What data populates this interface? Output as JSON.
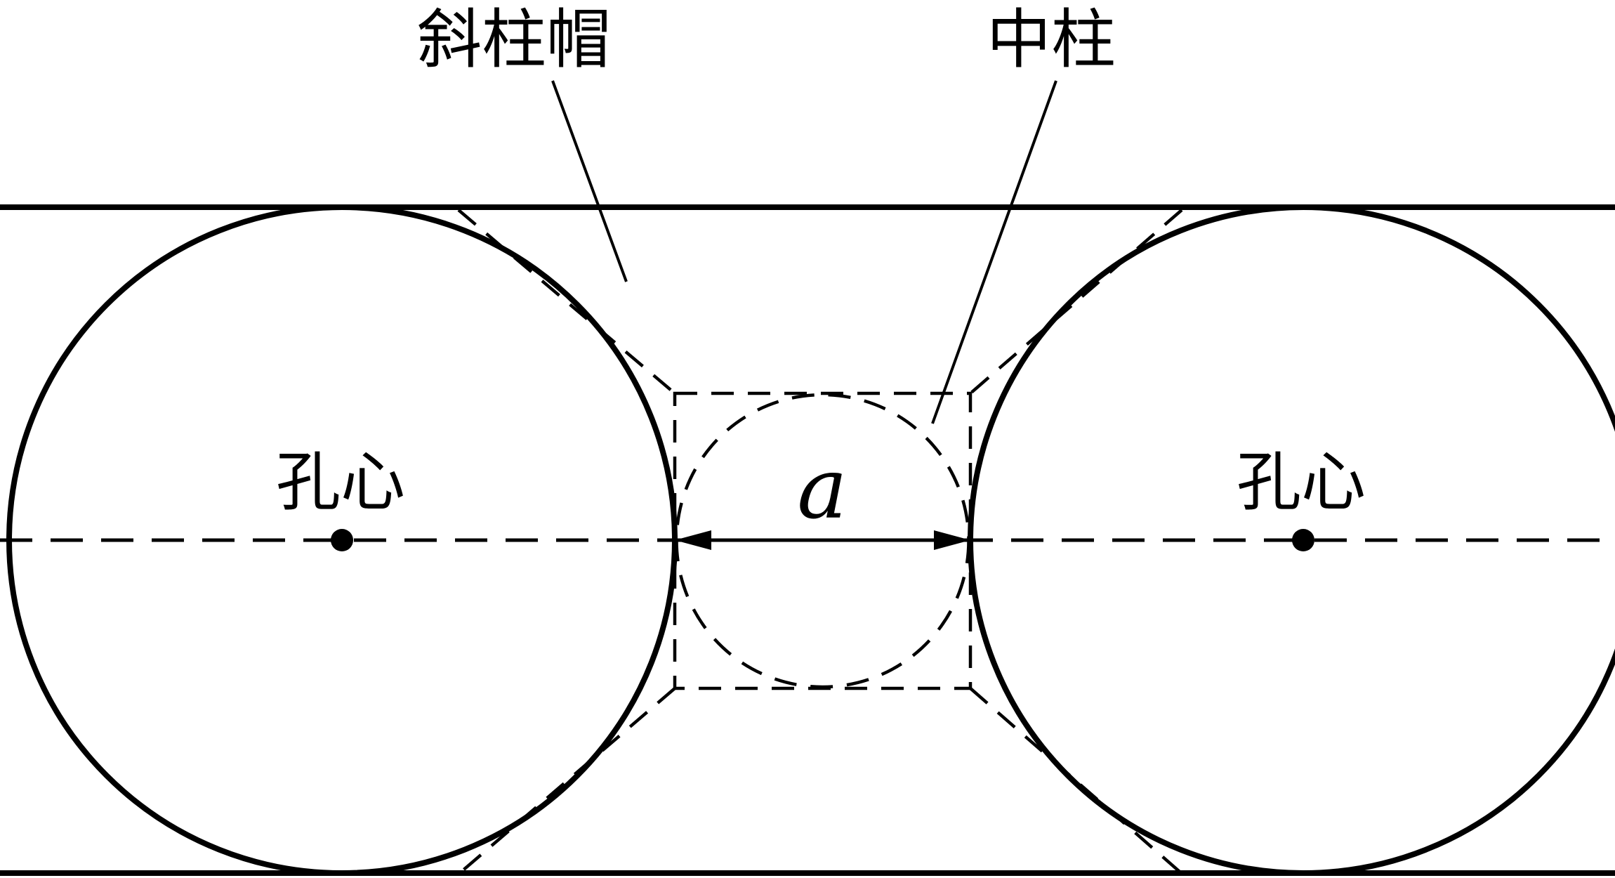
{
  "diagram": {
    "labels": {
      "inclined_cap": "斜柱帽",
      "center_column": "中柱",
      "hole_center_left": "孔心",
      "hole_center_right": "孔心",
      "dimension_a": "a"
    },
    "colors": {
      "line": "#000000",
      "background": "#ffffff"
    }
  }
}
